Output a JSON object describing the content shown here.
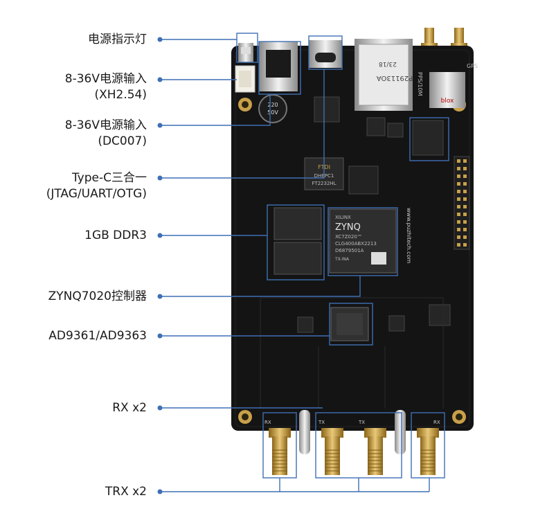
{
  "annotations": [
    {
      "id": "power-led",
      "lines": [
        "电源指示灯"
      ]
    },
    {
      "id": "power-xh",
      "lines": [
        "8-36V电源输入",
        "(XH2.54)"
      ]
    },
    {
      "id": "power-dc",
      "lines": [
        "8-36V电源输入",
        "(DC007)"
      ]
    },
    {
      "id": "typec",
      "lines": [
        "Type-C三合一",
        "(JTAG/UART/OTG)"
      ]
    },
    {
      "id": "ddr",
      "lines": [
        "1GB DDR3"
      ]
    },
    {
      "id": "zynq",
      "lines": [
        "ZYNQ7020控制器"
      ]
    },
    {
      "id": "rf",
      "lines": [
        "AD9361/AD9363"
      ]
    },
    {
      "id": "rx",
      "lines": [
        "RX x2"
      ]
    },
    {
      "id": "trx",
      "lines": [
        "TRX x2"
      ]
    }
  ],
  "chip_labels": {
    "zynq_brand": "XILINX",
    "zynq_name": "ZYNQ",
    "zynq_part1": "XC7Z020™",
    "zynq_part2": "CLG400ABX2213",
    "zynq_part3": "D6879501A",
    "zynq_part4": "TX-INA",
    "ftdi_brand": "FTDI",
    "ftdi_part": "FT2232HL",
    "ftdi_code": "DH6PC1",
    "eth_part": "P29113OA",
    "eth_code": "23/18",
    "pps": "PPS/10M",
    "gps": "GPS",
    "ublox": "blox",
    "cap_value": "220",
    "cap_voltage": "50V",
    "brand_text": "www.puzhitech.com",
    "rx_port": "RX",
    "tx_port": "TX"
  },
  "colors": {
    "callout_line": "#3f6fb5",
    "callout_dot": "#3f6fb5",
    "pcb": "#141414",
    "gold": "#c8a04a",
    "label_text": "#1a1a1a"
  }
}
